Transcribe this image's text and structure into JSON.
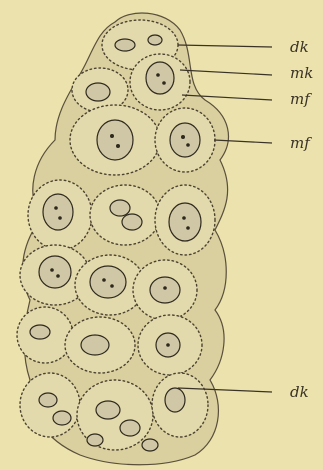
{
  "figure": {
    "labels": {
      "dk_top": "dk",
      "mk": "mk",
      "mf_1": "mf",
      "mf_2": "mf",
      "dk_bottom": "dk"
    }
  },
  "colors": {
    "background": "#ebe2ae",
    "ink": "#3a3225",
    "cell_fill": "#d8cfa0",
    "nucleus_fill": "#cfc7a5"
  }
}
